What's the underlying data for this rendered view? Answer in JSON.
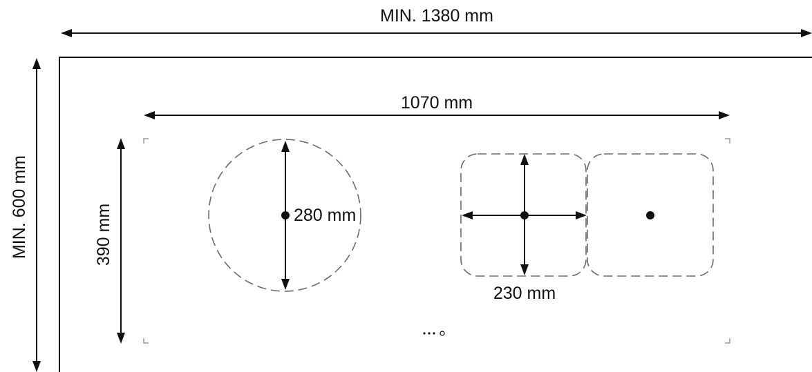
{
  "dimensions": {
    "min_width": "MIN. 1380 mm",
    "min_depth": "MIN. 600 mm",
    "hob_width": "1070 mm",
    "hob_depth": "390 mm",
    "round_zone_diameter": "280 mm",
    "square_zone_size": "230 mm"
  },
  "colors": {
    "line": "#111111",
    "dashed_zone": "#6a6a6a"
  },
  "icons": {
    "controls": "control-dots-icon"
  }
}
